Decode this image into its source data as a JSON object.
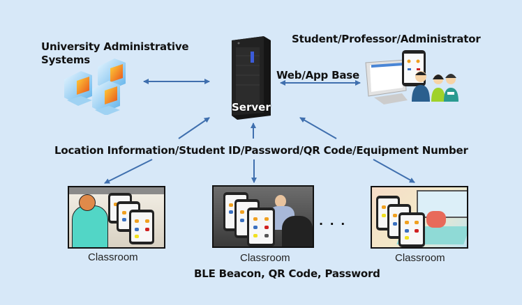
{
  "diagram": {
    "nodes": {
      "admin_systems": {
        "label_line1": "University Administrative",
        "label_line2": "Systems",
        "icon": "computer-cluster-icon"
      },
      "server": {
        "label": "Server",
        "icon": "server-rack-icon"
      },
      "users": {
        "label": "Student/Professor/Administrator",
        "icon": "users-with-devices-icon"
      },
      "classrooms": [
        {
          "label": "Classroom",
          "scene": "teacher-with-tablets"
        },
        {
          "label": "Classroom",
          "scene": "lecture-with-tablets"
        },
        {
          "label": "Classroom",
          "scene": "student-desk-with-tablets"
        }
      ]
    },
    "edge_labels": {
      "web_app": "Web/App Base",
      "auth_info": "Location Information/Student ID/Password/QR Code/Equipment Number",
      "classroom_methods": "BLE Beacon, QR Code, Password",
      "ellipsis": ". . ."
    },
    "colors": {
      "background": "#d7e8f8",
      "arrow": "#3f6fae"
    }
  }
}
